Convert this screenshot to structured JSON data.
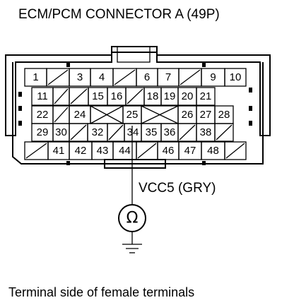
{
  "title": "ECM/PCM CONNECTOR A (49P)",
  "probe_label": "VCC5 (GRY)",
  "meter_symbol": "Ω",
  "caption": "Terminal side of female terminals",
  "rows": [
    [
      "1",
      "/",
      "3",
      "4",
      "/",
      "6",
      "7",
      "/",
      "9",
      "10"
    ],
    [
      "11",
      "/",
      "/",
      "15",
      "16",
      "/",
      "18",
      "19",
      "20",
      "21"
    ],
    [
      "22",
      "24",
      "25",
      "26",
      "27",
      "28"
    ],
    [
      "29",
      "30",
      "/",
      "32",
      "/",
      "34",
      "35",
      "36",
      "/",
      "38",
      "/"
    ],
    [
      "/",
      "41",
      "42",
      "43",
      "44",
      "/",
      "46",
      "47",
      "48",
      "/"
    ]
  ],
  "probed_terminal": "34"
}
